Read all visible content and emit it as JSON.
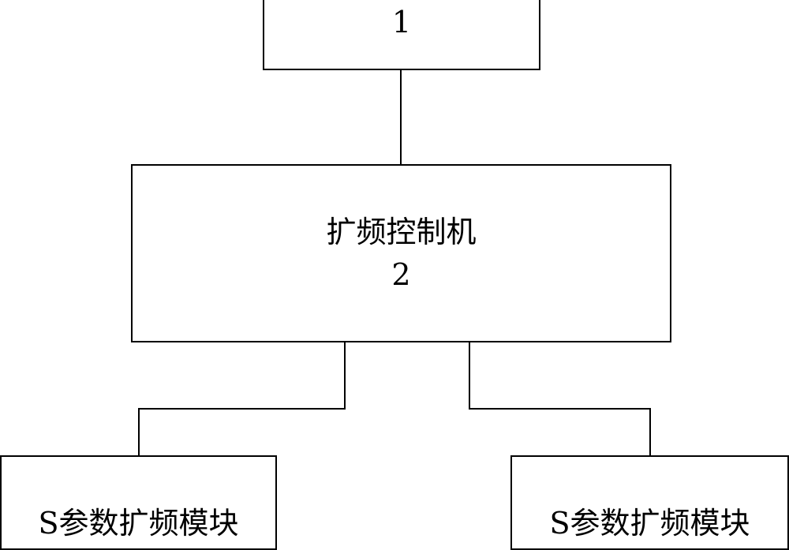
{
  "diagram": {
    "top_box": {
      "number": "1"
    },
    "controller_box": {
      "title": "扩频控制机",
      "number": "2"
    },
    "left_module": {
      "title": "S参数扩频模块"
    },
    "right_module": {
      "title": "S参数扩频模块"
    }
  }
}
